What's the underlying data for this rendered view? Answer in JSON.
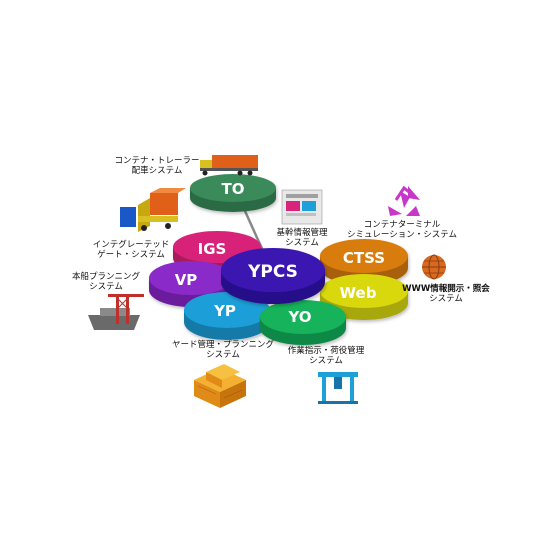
{
  "center": {
    "label": "YPCS"
  },
  "modules": {
    "to": {
      "label": "TO",
      "caption_1": "コンテナ・トレーラー",
      "caption_2": "配車システム",
      "color": "#3a8a5a"
    },
    "igs": {
      "label": "IGS",
      "caption_1": "インテグレーテッド",
      "caption_2": "ゲート・システム",
      "color": "#d8247a"
    },
    "vp": {
      "label": "VP",
      "caption_1": "本船プランニング",
      "caption_2": "システム",
      "color": "#8a2ac8"
    },
    "yp": {
      "label": "YP",
      "caption_1": "ヤード管理・プランニング",
      "caption_2": "システム",
      "color": "#1e9fd8"
    },
    "yo": {
      "label": "YO",
      "caption_1": "作業指示・荷役管理",
      "caption_2": "システム",
      "color": "#12b35a"
    },
    "web": {
      "label": "Web",
      "caption_1": "WWW情報開示・照会",
      "caption_2": "システム",
      "color": "#d8d810"
    },
    "ctss": {
      "label": "CTSS",
      "caption_1": "コンテナターミナル",
      "caption_2": "シミュレーション・システム",
      "color": "#d87d0a"
    },
    "master": {
      "caption_1": "基幹情報管理",
      "caption_2": "システム"
    }
  },
  "center_color": "#3a18b0",
  "icons": [
    "truck-icon",
    "trailer-icon",
    "ship-crane-icon",
    "container-stack-icon",
    "gantry-crane-icon",
    "globe-icon",
    "recycle-icon",
    "database-icon"
  ]
}
